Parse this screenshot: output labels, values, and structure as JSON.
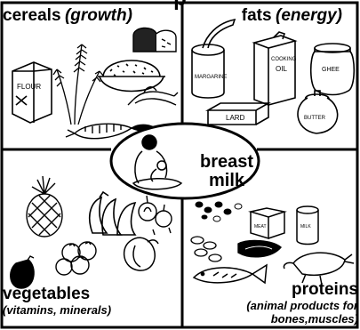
{
  "cut_title": "p",
  "quadrants": {
    "top_left": {
      "title": "cereals",
      "subtitle": "(growth)",
      "items": {
        "flour": "FLOUR"
      }
    },
    "top_right": {
      "title": "fats",
      "subtitle": "(energy)",
      "items": {
        "margarine": "MARGARINE",
        "cooking_oil_1": "COOKING",
        "cooking_oil_2": "OIL",
        "ghee": "GHEE",
        "butter": "BUTTER",
        "lard": "LARD"
      }
    },
    "bottom_left": {
      "title": "vegetables",
      "subtitle": "(vitamins, minerals)"
    },
    "bottom_right": {
      "title": "proteins",
      "subtitle_1": "(animal products for",
      "subtitle_2": "bones,muscles)",
      "items": {
        "tin": "MILK",
        "box": "MEAT"
      }
    }
  },
  "center": {
    "line1": "breast",
    "line2": "milk"
  }
}
